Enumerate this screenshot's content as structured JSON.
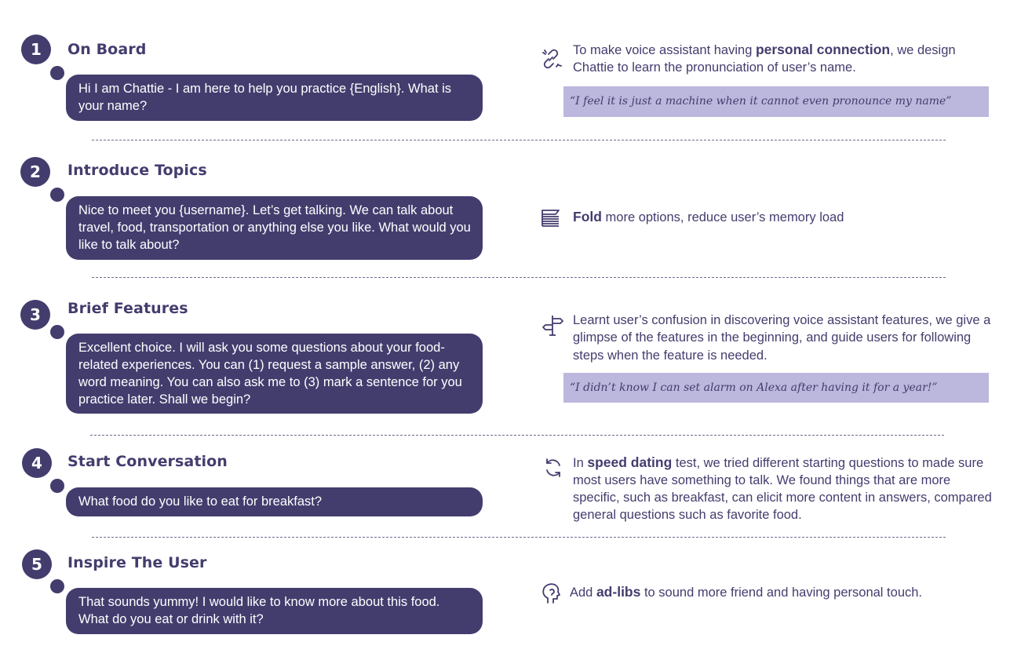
{
  "steps": [
    {
      "number": "1",
      "title": "On Board",
      "bubble": "Hi I am Chattie - I am here to help you practice {English}. What is your name?",
      "icon": "broken-link-icon",
      "desc": {
        "before": "To make voice assistant having ",
        "bold": "personal connection",
        "after": ", we design Chattie to learn the pronunciation of user’s name."
      },
      "quote": "“I feel it is just a machine when it cannot even pronounce my name”"
    },
    {
      "number": "2",
      "title": "Introduce Topics",
      "bubble": "Nice to meet you {username}. Let’s get talking. We can talk about travel, food, transportation or anything else you like. What would you like to talk about?",
      "icon": "stacked-layers-icon",
      "desc": {
        "before": "",
        "bold": "Fold",
        "after": " more options, reduce user’s memory load"
      }
    },
    {
      "number": "3",
      "title": "Brief Features",
      "bubble": "Excellent choice. I will ask you some questions about your food-related experiences. You can (1) request a sample answer, (2) any word meaning. You can also ask me to (3) mark a sentence for you practice later. Shall we begin?",
      "icon": "signpost-icon",
      "desc": {
        "before": "Learnt user’s confusion in discovering voice assistant features, we give a glimpse of the features in the beginning, and guide users for following steps when the feature is needed.",
        "bold": "",
        "after": ""
      },
      "quote": "“I didn’t know I can set alarm on Alexa after having it for a year!”"
    },
    {
      "number": "4",
      "title": "Start Conversation",
      "bubble": "What food do you like to eat for breakfast?",
      "icon": "refresh-icon",
      "desc": {
        "before": "In ",
        "bold": "speed dating",
        "after": " test, we tried different starting questions to made sure most users have something to talk. We found things that are more specific, such as breakfast, can elicit more content in answers, compared general questions such as favorite food."
      }
    },
    {
      "number": "5",
      "title": "Inspire The User",
      "bubble": "That sounds yummy! I would like to know more about this food. What do you eat or drink with it?",
      "icon": "head-profile-icon",
      "desc": {
        "before": "Add ",
        "bold": "ad-libs",
        "after": " to sound more friend and having personal touch."
      }
    }
  ]
}
